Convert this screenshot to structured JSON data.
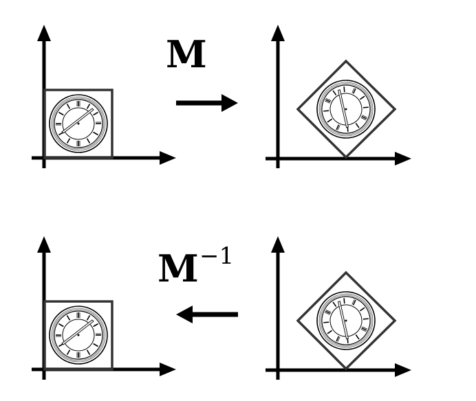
{
  "diagram": {
    "description": "Transformation M maps axis-aligned square with clock to rotated diamond; inverse M^-1 maps back",
    "colors": {
      "axis": "#000000",
      "shape": "#333333",
      "background": "#ffffff"
    },
    "top_row": {
      "label": "M",
      "arrow_direction": "right",
      "left_panel": {
        "shape": "square",
        "content": "clock-face"
      },
      "right_panel": {
        "shape": "diamond (rotated 45°)",
        "content": "clock-face rotated"
      }
    },
    "bottom_row": {
      "label_base": "M",
      "label_superscript": "−1",
      "arrow_direction": "left",
      "left_panel": {
        "shape": "square",
        "content": "clock-face"
      },
      "right_panel": {
        "shape": "diamond (rotated 45°)",
        "content": "clock-face rotated"
      }
    }
  }
}
